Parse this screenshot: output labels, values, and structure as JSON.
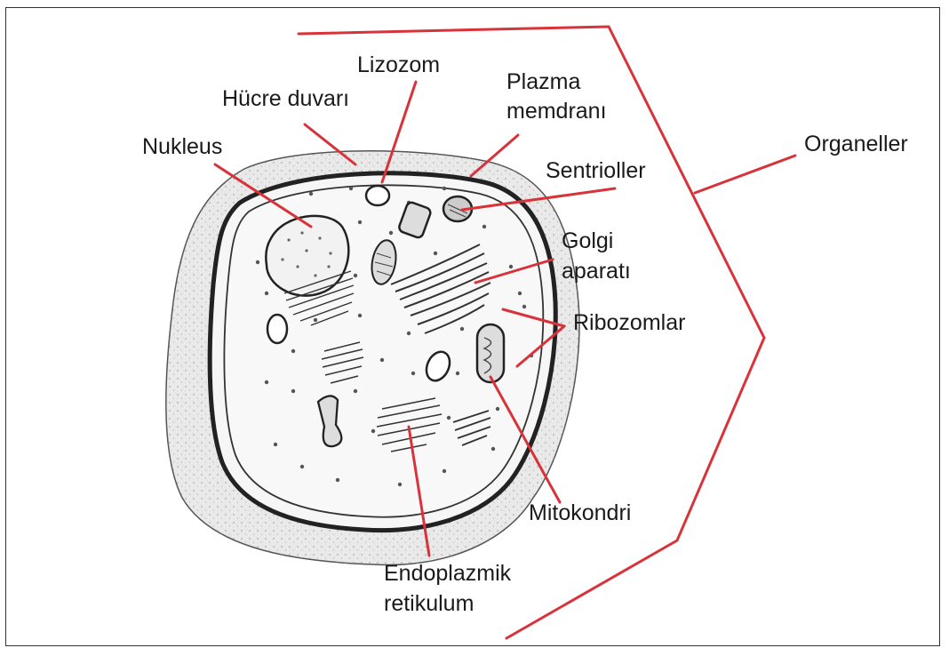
{
  "labels": {
    "lizozom": "Lizozom",
    "hucre_duvari": "Hücre duvarı",
    "plazma_line1": "Plazma",
    "plazma_line2": "memdranı",
    "nukleus": "Nukleus",
    "sentrioller": "Sentrioller",
    "organeller": "Organeller",
    "golgi_line1": "Golgi",
    "golgi_line2": "aparatı",
    "ribozomlar": "Ribozomlar",
    "mitokondri": "Mitokondri",
    "endo_line1": "Endoplazmik",
    "endo_line2": "retikulum"
  },
  "colors": {
    "pointer": "#d8333a",
    "outline": "#2a2a2a",
    "wall_fill": "#ececec",
    "cytoplasm": "#f4f4f4"
  }
}
